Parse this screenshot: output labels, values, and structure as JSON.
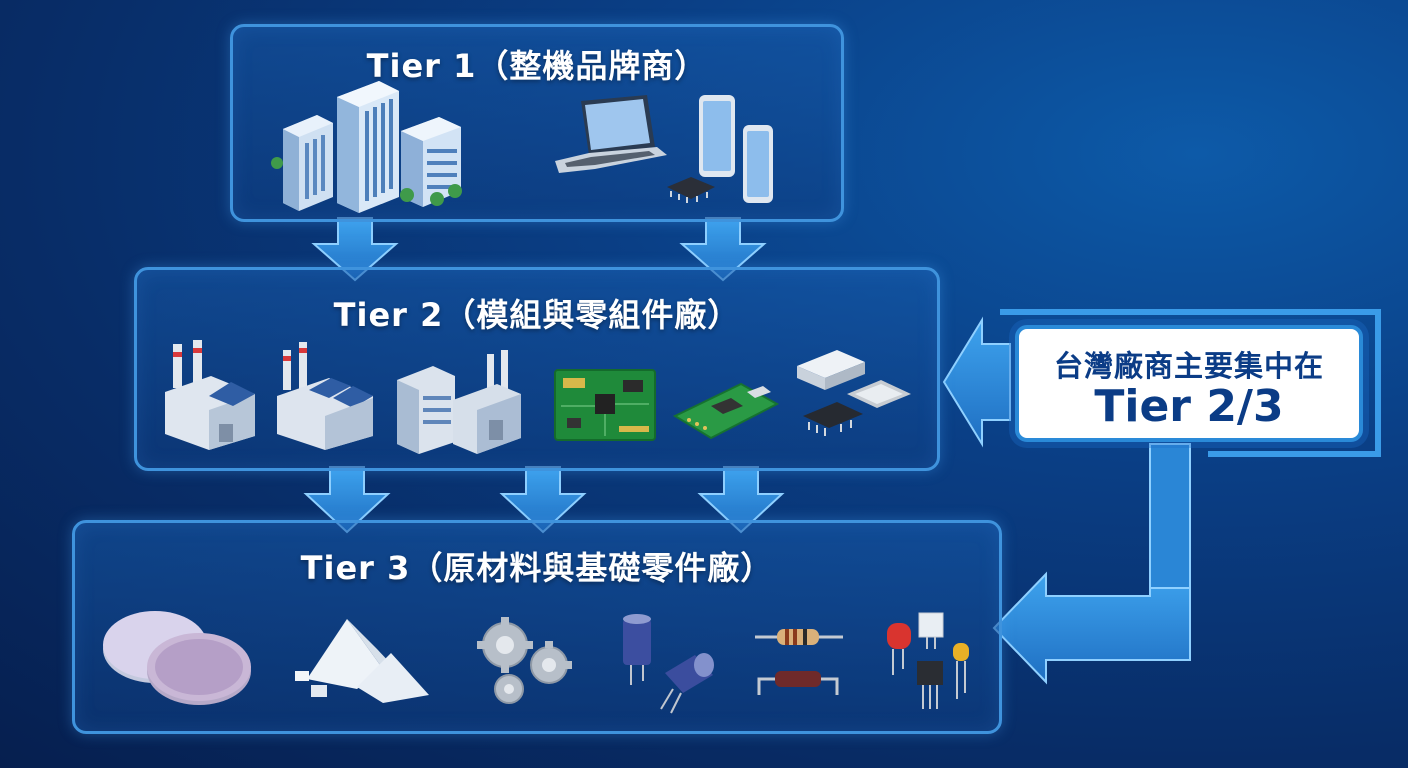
{
  "tiers": {
    "tier1": {
      "title": "Tier 1（整機品牌商）",
      "icons": [
        "office-buildings-icon",
        "laptop-icon",
        "smartphone-icon",
        "chip-icon"
      ]
    },
    "tier2": {
      "title": "Tier 2（模組與零組件廠）",
      "icons": [
        "factory-icon",
        "factory-icon",
        "plant-icon",
        "circuit-board-icon",
        "module-board-icon",
        "component-chips-icon"
      ]
    },
    "tier3": {
      "title": "Tier 3（原材料與基礎零件廠）",
      "icons": [
        "wafer-icon",
        "raw-powder-icon",
        "gears-icon",
        "capacitor-icon",
        "resistor-icon",
        "led-transistor-icon"
      ]
    }
  },
  "callout": {
    "line1": "台灣廠商主要集中在",
    "line2": "Tier 2/3"
  },
  "colors": {
    "background": "#082c66",
    "panel_border": "#3f93dd",
    "arrow": "#2f8fdc",
    "callout_text": "#0b3c86"
  }
}
